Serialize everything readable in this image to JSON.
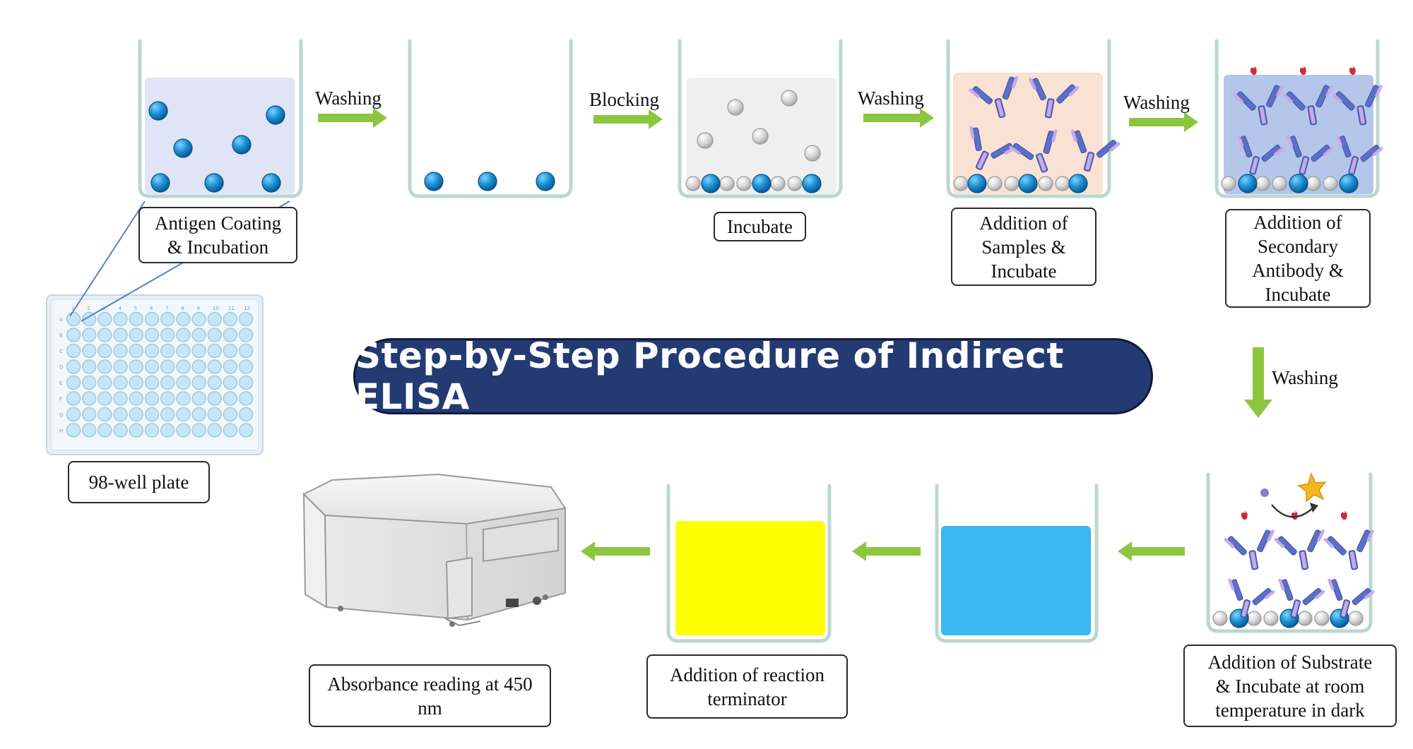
{
  "title": "Step-by-Step Procedure of Indirect ELISA",
  "steps": {
    "antigen_coating": "Antigen Coating\n& Incubation",
    "incubate": "Incubate",
    "addition_samples": "Addition of\nSamples &\nIncubate",
    "addition_secondary": "Addition of\nSecondary\nAntibody &\nIncubate",
    "addition_substrate": "Addition of Substrate\n& Incubate at room\ntemperature in dark",
    "addition_terminator": "Addition of reaction\nterminator",
    "absorbance": "Absorbance reading at 450\nnm",
    "plate": "98-well plate"
  },
  "arrows": {
    "washing_1": "Washing",
    "blocking": "Blocking",
    "washing_2": "Washing",
    "washing_3": "Washing",
    "washing_4": "Washing"
  },
  "plate_grid": {
    "columns": [
      "1",
      "2",
      "3",
      "4",
      "5",
      "6",
      "7",
      "8",
      "9",
      "10",
      "11",
      "12"
    ],
    "rows": [
      "A",
      "B",
      "C",
      "D",
      "E",
      "F",
      "G",
      "H"
    ]
  },
  "colors": {
    "banner": "#233a73",
    "arrow": "#8cc63f",
    "antigen": "#1a8fd6",
    "blocker": "#d8d8d8",
    "well_stroke": "#b9d8cf",
    "blue_solution": "#3bb8ef",
    "yellow_solution": "#ffff00"
  }
}
